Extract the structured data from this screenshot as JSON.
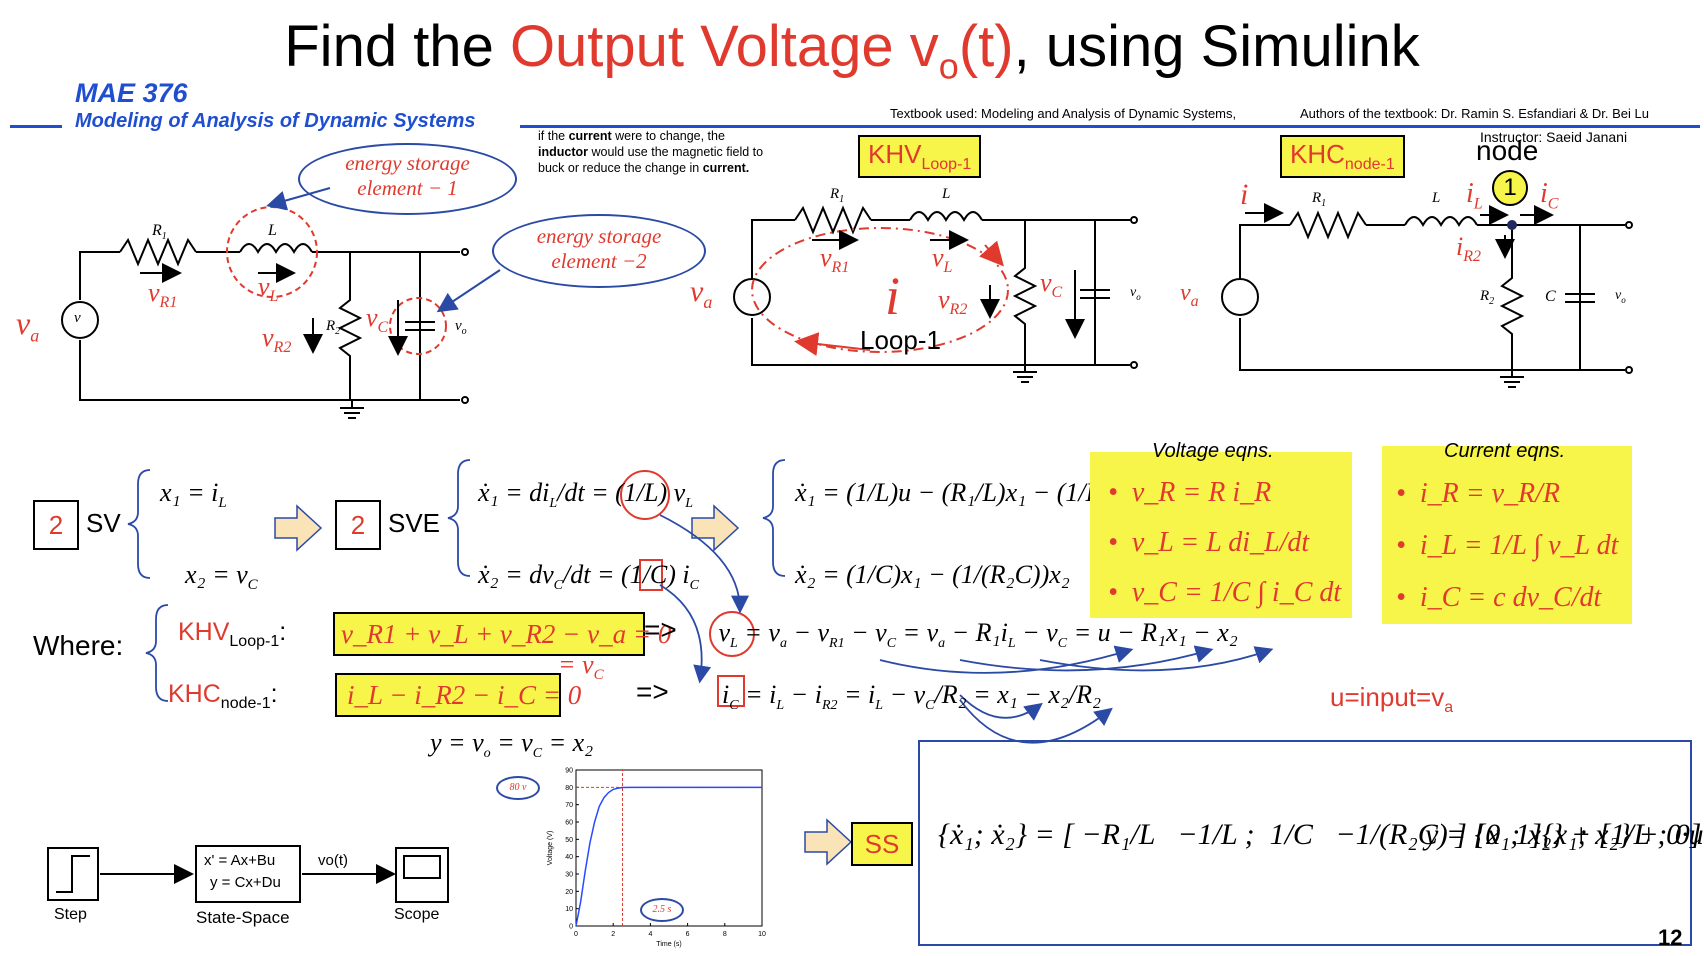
{
  "header": {
    "title_part1": "Find the ",
    "title_red": "Output Voltage v",
    "title_sub": "o",
    "title_red2": "(t)",
    "title_part2": ", using Simulink",
    "course_code": "MAE 376",
    "course_name": "Modeling of Analysis of Dynamic Systems",
    "textbook": "Textbook used: Modeling and Analysis of Dynamic Systems,",
    "authors": "Authors of the textbook: Dr. Ramin S. Esfandiari & Dr. Bei Lu",
    "instructor": "Instructor: Saeid Janani"
  },
  "notes": {
    "inductor_note_1": "if the ",
    "inductor_note_current": "current",
    "inductor_note_2": " were to change, the ",
    "inductor_note_inductor": "inductor",
    "inductor_note_3": " would use the magnetic field to buck or reduce the change in ",
    "inductor_note_current2": "current.",
    "cloud1_line1": "energy storage",
    "cloud1_line2": "element − 1",
    "cloud2_line1": "energy storage",
    "cloud2_line2": "element −2"
  },
  "circuit_labels": {
    "va": "v",
    "va_sub": "a",
    "khv": "KHV",
    "khv_sub": "Loop-1",
    "khc": "KHC",
    "khc_sub": "node-1",
    "node_label": "node",
    "node_number": "1",
    "loop_label": "Loop-1",
    "current_i": "i",
    "R1": "R",
    "R2": "R",
    "L": "L",
    "C": "C",
    "vo": "v",
    "vR1": "v",
    "vR1_sub": "R1",
    "vL": "v",
    "vL_sub": "L",
    "vR2": "v",
    "vR2_sub": "R2",
    "vC": "v",
    "vC_sub": "C",
    "iL": "i",
    "iL_sub": "L",
    "iC": "i",
    "iC_sub": "C",
    "iR2": "i",
    "iR2_sub": "R2"
  },
  "state": {
    "sv_count": "2",
    "sv_label": "SV",
    "sve_count": "2",
    "sve_label": "SVE",
    "x1_def": "x₁ = i",
    "x1_def_sub": "L",
    "x2_def": "x₂ = v",
    "x2_def_sub": "C",
    "where": "Where:",
    "khv_eq_label": "KHV",
    "khv_eq_sub": "Loop-1",
    "khc_eq_label": "KHC",
    "khc_eq_sub": "node-1",
    "khv_eq": "v_R1 + v_L + v_R2 − v_a = 0",
    "khc_eq": "i_L − i_R2 − i_C = 0",
    "vc_equal": "= v",
    "arrow1": "=>",
    "arrow2": "=>",
    "y_eq": "y = v",
    "u_label": "u=input=v",
    "u_sub": "a"
  },
  "voltage_eqns": {
    "title": "Voltage eqns.",
    "items": [
      "v_R = R i_R",
      "v_L = L di_L/dt",
      "v_C = 1/C ∫ i_C dt"
    ]
  },
  "current_eqns": {
    "title": "Current eqns.",
    "items": [
      "i_R = v_R/R",
      "i_L = 1/L ∫ v_L dt",
      "i_C = c dv_C/dt"
    ]
  },
  "simulink": {
    "step_label": "Step",
    "ss_line1": "x' = Ax+Bu",
    "ss_line2": "y = Cx+Du",
    "ss_label": "State-Space",
    "signal_label": "vo(t)",
    "scope_label": "Scope",
    "ss_tag": "SS"
  },
  "plot": {
    "annotation_v": "80 v",
    "annotation_t": "2.5 s",
    "xlabel": "Time (s)",
    "ylabel": "Voltage (V)"
  },
  "chart_data": {
    "type": "line",
    "xlabel": "Time (s)",
    "ylabel": "Voltage (V)",
    "xlim": [
      0,
      10
    ],
    "ylim": [
      0,
      90
    ],
    "xticks": [
      0,
      2,
      4,
      6,
      8,
      10
    ],
    "yticks": [
      0,
      10,
      20,
      30,
      40,
      50,
      60,
      70,
      80,
      90
    ],
    "series": [
      {
        "x": [
          0,
          0.25,
          0.5,
          0.75,
          1.0,
          1.25,
          1.5,
          1.75,
          2.0,
          2.25,
          2.5,
          3,
          4,
          6,
          8,
          10
        ],
        "values": [
          0,
          14,
          32,
          48,
          60,
          69,
          74,
          77,
          78.8,
          79.5,
          79.9,
          80,
          80,
          80,
          80,
          80
        ]
      }
    ],
    "reference_lines": {
      "y": 80,
      "x": 2.5
    }
  },
  "page_number": "12",
  "colors": {
    "accent_red": "#e03a2f",
    "accent_blue": "#1f4fd0",
    "highlight": "#f7f44a"
  }
}
